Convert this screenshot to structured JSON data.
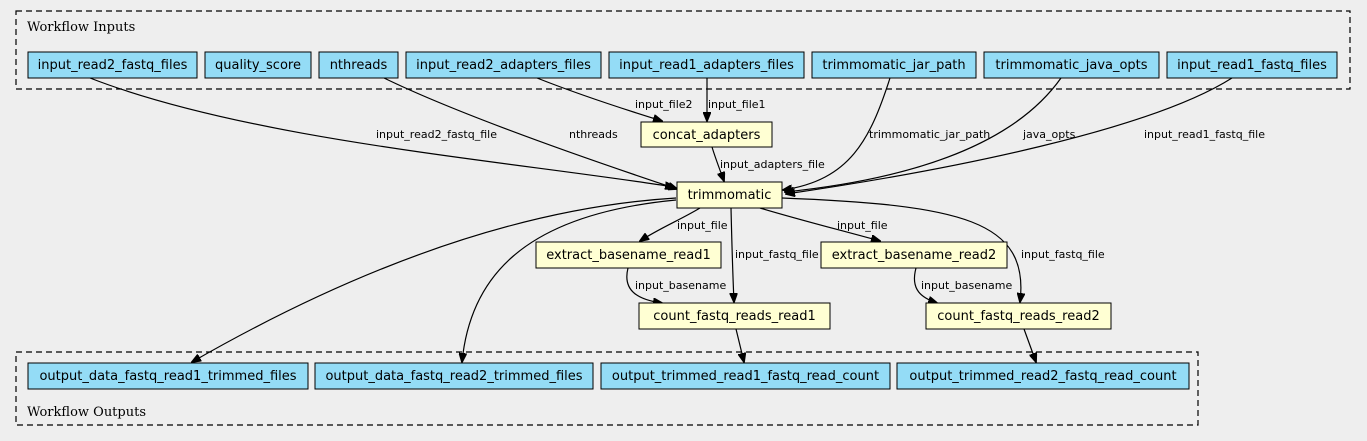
{
  "clusters": {
    "inputs_label": "Workflow Inputs",
    "outputs_label": "Workflow Outputs"
  },
  "inputs": [
    "input_read2_fastq_files",
    "quality_score",
    "nthreads",
    "input_read2_adapters_files",
    "input_read1_adapters_files",
    "trimmomatic_jar_path",
    "trimmomatic_java_opts",
    "input_read1_fastq_files"
  ],
  "steps": {
    "concat_adapters": "concat_adapters",
    "trimmomatic": "trimmomatic",
    "extract_basename_read1": "extract_basename_read1",
    "extract_basename_read2": "extract_basename_read2",
    "count_fastq_reads_read1": "count_fastq_reads_read1",
    "count_fastq_reads_read2": "count_fastq_reads_read2"
  },
  "outputs": [
    "output_data_fastq_read1_trimmed_files",
    "output_data_fastq_read2_trimmed_files",
    "output_trimmed_read1_fastq_read_count",
    "output_trimmed_read2_fastq_read_count"
  ],
  "edge_labels": {
    "input_read2_fastq_file": "input_read2_fastq_file",
    "nthreads": "nthreads",
    "input_file2": "input_file2",
    "input_file1": "input_file1",
    "trimmomatic_jar_path": "trimmomatic_jar_path",
    "java_opts": "java_opts",
    "input_read1_fastq_file": "input_read1_fastq_file",
    "input_adapters_file": "input_adapters_file",
    "input_file_a": "input_file",
    "input_file_b": "input_file",
    "input_fastq_file_a": "input_fastq_file",
    "input_fastq_file_b": "input_fastq_file",
    "input_basename_a": "input_basename",
    "input_basename_b": "input_basename"
  }
}
